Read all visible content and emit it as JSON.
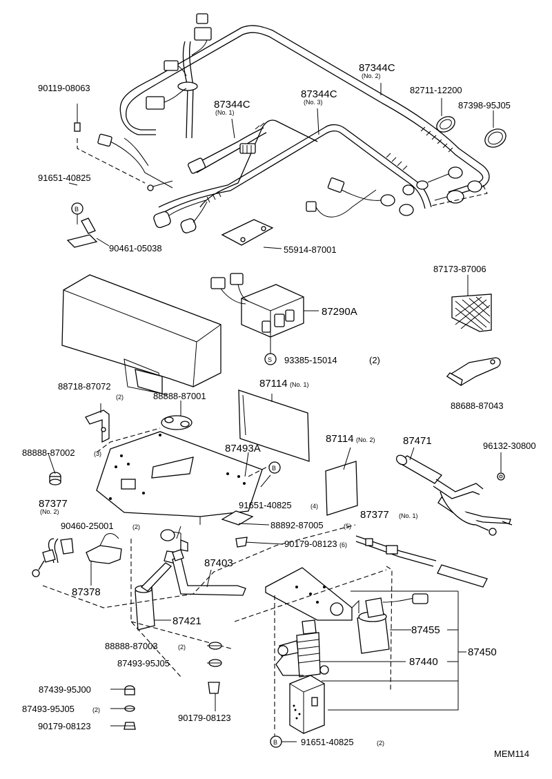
{
  "labels": {
    "p90119_08063": "90119-08063",
    "p91651_40825_a": "91651-40825",
    "b_a": "B",
    "p90461_05038": "90461-05038",
    "p87344c_1": "87344C",
    "p87344c_1_sub": "(No. 1)",
    "p87344c_2": "87344C",
    "p87344c_2_sub": "(No. 2)",
    "p87344c_3": "87344C",
    "p87344c_3_sub": "(No. 3)",
    "p82711_12200": "82711-12200",
    "p87398_95j05": "87398-95J05",
    "p55914_87001": "55914-87001",
    "p87173_87006": "87173-87006",
    "p87290a": "87290A",
    "s_a": "S",
    "p93385_15014": "93385-15014",
    "p93385_15014_qty": "(2)",
    "p88688_87043": "88688-87043",
    "p88718_87072": "88718-87072",
    "p88718_87072_qty": "(2)",
    "p88888_87001": "88888-87001",
    "p87114_1": "87114",
    "p87114_1_sub": "(No. 1)",
    "p87114_2": "87114",
    "p87114_2_sub": "(No. 2)",
    "p87471": "87471",
    "p96132_30800": "96132-30800",
    "p88888_87002": "88888-87002",
    "p88888_87002_qty": "(3)",
    "p87493a": "87493A",
    "b_b": "B",
    "p91651_40825_b": "91651-40825",
    "p91651_40825_b_qty": "(4)",
    "p87377_2": "87377",
    "p87377_2_sub": "(No. 2)",
    "p90460_25001": "90460-25001",
    "p90460_25001_qty": "(2)",
    "p88892_87005": "88892-87005",
    "p88892_87005_qty": "(5)",
    "p87377_1": "87377",
    "p87377_1_sub": "(No. 1)",
    "p90179_08123_a": "90179-08123",
    "p90179_08123_a_qty": "(6)",
    "p87403": "87403",
    "p87378": "87378",
    "p87421": "87421",
    "p87455": "87455",
    "p87450": "87450",
    "p87440": "87440",
    "p88888_87003": "88888-87003",
    "p88888_87003_qty": "(2)",
    "p87493_95j05_a": "87493-95J05",
    "p87439_95j00": "87439-95J00",
    "p87493_95j05_b": "87493-95J05",
    "p87493_95j05_b_qty": "(2)",
    "p90179_08123_b": "90179-08123",
    "p90179_08123_c": "90179-08123",
    "b_c": "B",
    "p91651_40825_c": "91651-40825",
    "p91651_40825_c_qty": "(2)",
    "figure_code": "MEM114"
  }
}
